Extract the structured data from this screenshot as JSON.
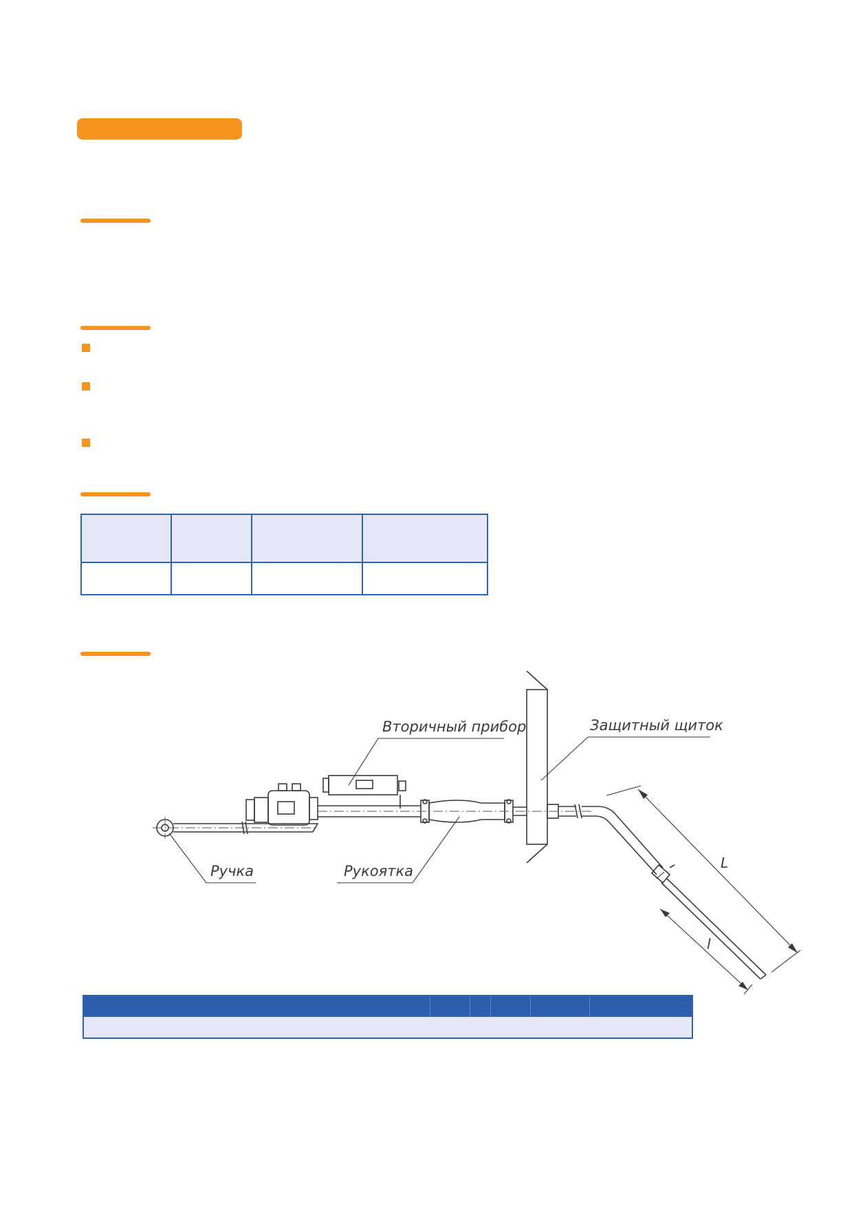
{
  "drawing": {
    "labels": {
      "secondary_device": "Вторичный прибор",
      "shield": "Защитный щиток",
      "handle": "Ручка",
      "grip": "Рукоятка",
      "dim_L": "L",
      "dim_l": "l"
    }
  },
  "colors": {
    "accent": "#F7941D",
    "table_border": "#2E63B5",
    "table_header_fill": "#E5E8F6",
    "code_header_fill": "#2B5EAD"
  }
}
